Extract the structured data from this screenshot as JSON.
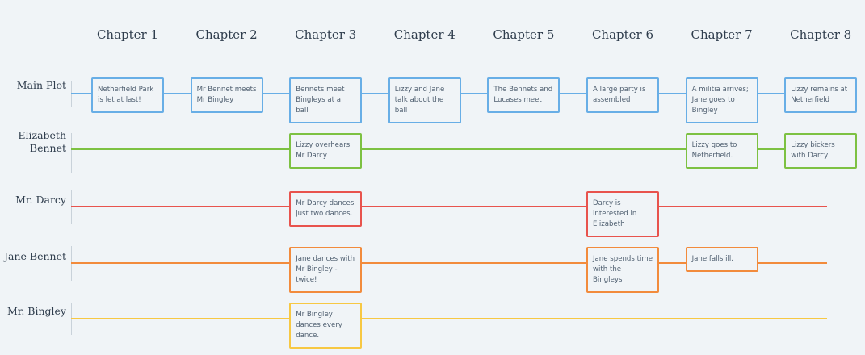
{
  "chapters": [
    "Chapter 1",
    "Chapter 2",
    "Chapter 3",
    "Chapter 4",
    "Chapter 5",
    "Chapter 6",
    "Chapter 7",
    "Chapter 8"
  ],
  "rows": [
    {
      "label": "Main Plot",
      "color": "#68aee6",
      "cards": [
        {
          "chapter": 0,
          "text": "Netherfield Park is let at last!"
        },
        {
          "chapter": 1,
          "text": "Mr Bennet meets Mr Bingley"
        },
        {
          "chapter": 2,
          "text": "Bennets meet Bingleys at a ball"
        },
        {
          "chapter": 3,
          "text": "Lizzy and Jane talk about the ball"
        },
        {
          "chapter": 4,
          "text": "The Bennets and Lucases meet"
        },
        {
          "chapter": 5,
          "text": "A large party is assembled"
        },
        {
          "chapter": 6,
          "text": "A militia arrives; Jane goes to Bingley"
        },
        {
          "chapter": 7,
          "text": "Lizzy remains at Netherfield"
        }
      ]
    },
    {
      "label": "Elizabeth Bennet",
      "color": "#7dc142",
      "cards": [
        {
          "chapter": 2,
          "text": "Lizzy overhears Mr Darcy"
        },
        {
          "chapter": 6,
          "text": "Lizzy goes to Netherfield."
        },
        {
          "chapter": 7,
          "text": "Lizzy bickers with Darcy"
        }
      ]
    },
    {
      "label": "Mr. Darcy",
      "color": "#e8534d",
      "cards": [
        {
          "chapter": 2,
          "text": "Mr Darcy dances just two dances."
        },
        {
          "chapter": 5,
          "text": "Darcy is interested in Elizabeth"
        }
      ]
    },
    {
      "label": "Jane Bennet",
      "color": "#f28b3c",
      "cards": [
        {
          "chapter": 2,
          "text": "Jane dances with Mr Bingley - twice!"
        },
        {
          "chapter": 5,
          "text": "Jane spends time with the Bingleys"
        },
        {
          "chapter": 6,
          "text": "Jane falls ill."
        }
      ]
    },
    {
      "label": "Mr. Bingley",
      "color": "#f7c843",
      "cards": [
        {
          "chapter": 2,
          "text": "Mr Bingley dances every dance."
        }
      ]
    }
  ]
}
